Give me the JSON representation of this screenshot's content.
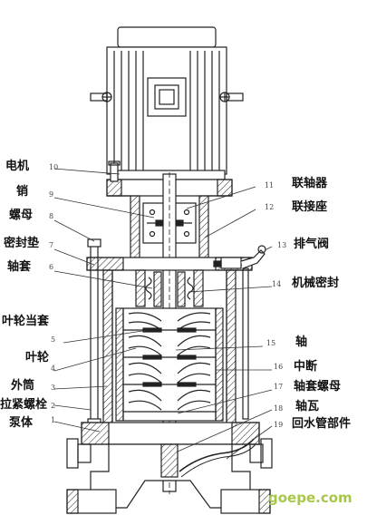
{
  "left_labels": [
    {
      "no": "10",
      "text": "电机"
    },
    {
      "no": "9",
      "text": "销"
    },
    {
      "no": "8",
      "text": "螺母"
    },
    {
      "no": "7",
      "text": "密封垫"
    },
    {
      "no": "6",
      "text": "轴套"
    },
    {
      "no": "5",
      "text": "叶轮当套"
    },
    {
      "no": "4",
      "text": "叶轮"
    },
    {
      "no": "3",
      "text": "外筒"
    },
    {
      "no": "2",
      "text": "拉紧螺栓"
    },
    {
      "no": "1",
      "text": "泵体"
    }
  ],
  "right_labels": [
    {
      "no": "11",
      "text": "联轴器"
    },
    {
      "no": "12",
      "text": "联接座"
    },
    {
      "no": "13",
      "text": "排气阀"
    },
    {
      "no": "14",
      "text": "机械密封"
    },
    {
      "no": "15",
      "text": "轴"
    },
    {
      "no": "16",
      "text": "中断"
    },
    {
      "no": "17",
      "text": "轴套螺母"
    },
    {
      "no": "18",
      "text": "轴瓦"
    },
    {
      "no": "19",
      "text": "回水管部件"
    }
  ],
  "watermark": "goepe.com"
}
